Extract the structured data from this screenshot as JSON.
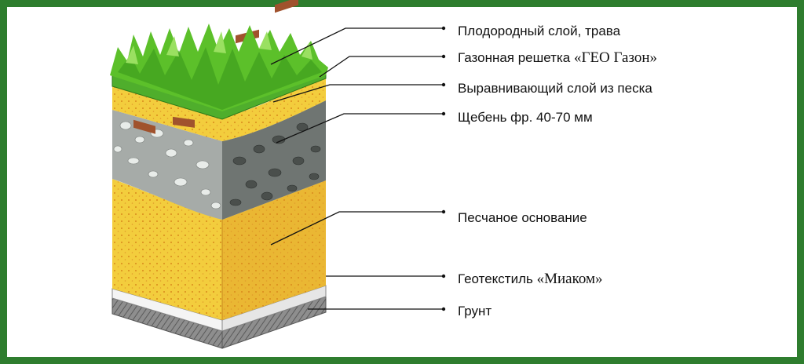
{
  "labels": {
    "fertile_layer": "Плодородный слой, трава",
    "lawn_grid_prefix": "Газонная решетка ",
    "lawn_grid_brand": "«ГЕО Газон»",
    "sand_leveling": "Выравнивающий слой из песка",
    "gravel": "Щебень фр. 40-70 мм",
    "sand_base": "Песчаное основание",
    "geotextile_prefix": "Геотекстиль ",
    "geotextile_brand": "«Миаком»",
    "ground": "Грунт"
  },
  "colors": {
    "frame": "#2e7d2e",
    "grass": "#5cc02a",
    "grid": "#4fae2c",
    "sand": "#f2cc3c",
    "gravel_front": "#a7aca9",
    "gravel_side": "#747a77",
    "geotextile": "#f5f5f5",
    "ground": "#8e8e8e"
  }
}
